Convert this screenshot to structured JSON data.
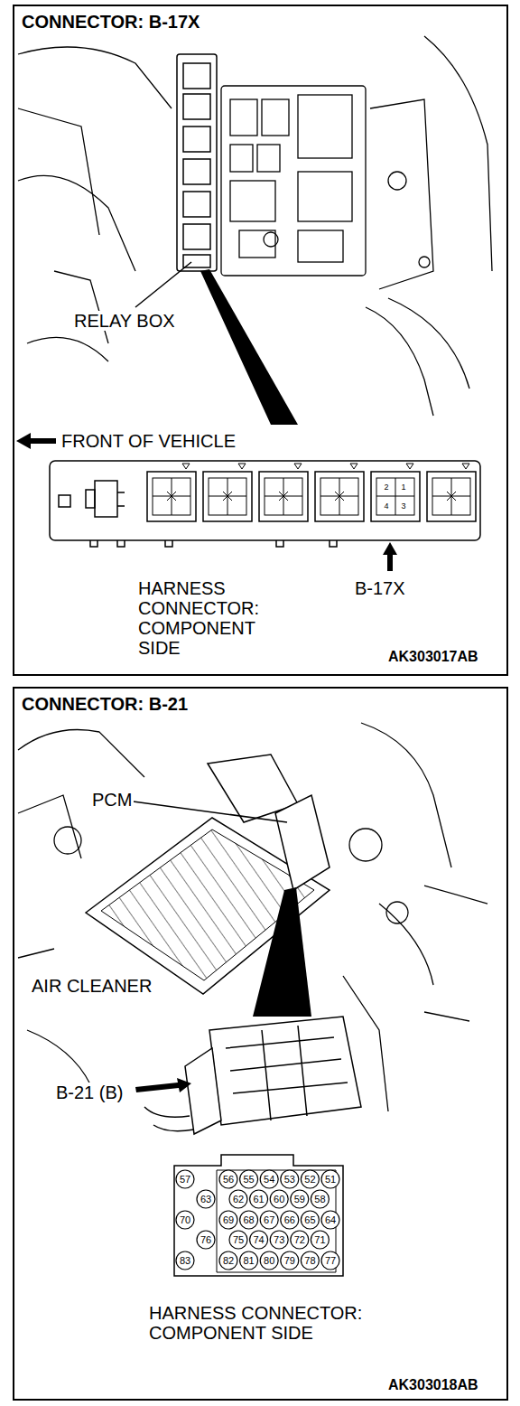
{
  "diagram": {
    "nodes": [
      {
        "text": [
          "CONNECTOR: B-17X"
        ]
      },
      {
        "text": [
          "CONNECTOR: B-21"
        ]
      }
    ],
    "labels": [
      "RELAY BOX",
      "FRONT OF VEHICLE",
      "2",
      "1",
      "4",
      "3",
      "B-17X",
      "HARNESS CONNECTOR: COMPONENT SIDE",
      "AK303017AB",
      "PCM",
      "AIR CLEANER",
      "B-21 (B)",
      "57",
      "56",
      "55",
      "54",
      "53",
      "52",
      "51",
      "63",
      "62",
      "61",
      "60",
      "59",
      "58",
      "70",
      "69",
      "68",
      "67",
      "66",
      "65",
      "64",
      "76",
      "75",
      "74",
      "73",
      "72",
      "71",
      "83",
      "82",
      "81",
      "80",
      "79",
      "78",
      "77",
      "HARNESS CONNECTOR: COMPONENT SIDE",
      "AK303018AB"
    ]
  }
}
